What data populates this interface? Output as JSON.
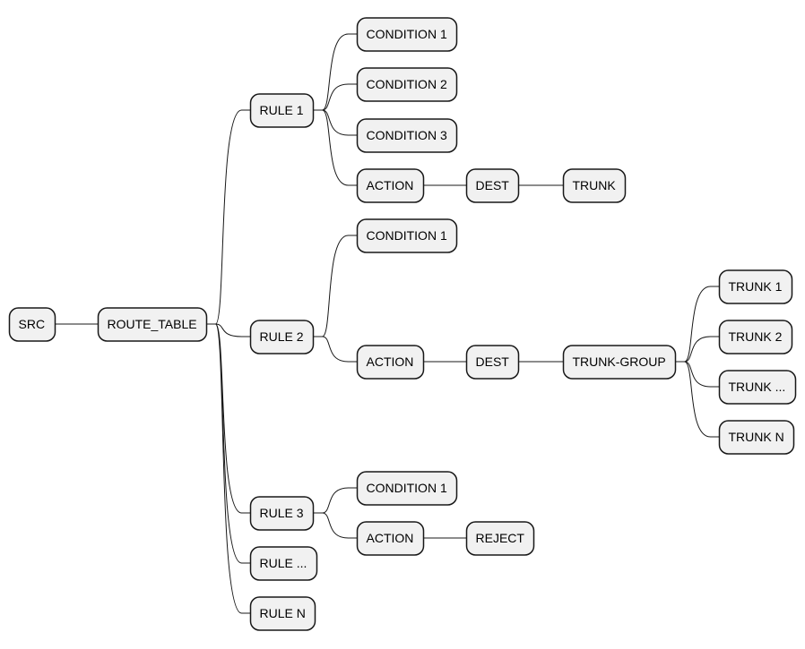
{
  "diagram": {
    "type": "mindmap",
    "root": {
      "id": "src",
      "label": "SRC",
      "children": [
        {
          "id": "route-table",
          "label": "ROUTE_TABLE",
          "children": [
            {
              "id": "rule-1",
              "label": "RULE 1",
              "children": [
                {
                  "id": "rule-1-condition-1",
                  "label": "CONDITION 1"
                },
                {
                  "id": "rule-1-condition-2",
                  "label": "CONDITION 2"
                },
                {
                  "id": "rule-1-condition-3",
                  "label": "CONDITION 3"
                },
                {
                  "id": "rule-1-action",
                  "label": "ACTION",
                  "children": [
                    {
                      "id": "rule-1-dest",
                      "label": "DEST",
                      "children": [
                        {
                          "id": "rule-1-trunk",
                          "label": "TRUNK"
                        }
                      ]
                    }
                  ]
                }
              ]
            },
            {
              "id": "rule-2",
              "label": "RULE 2",
              "children": [
                {
                  "id": "rule-2-condition-1",
                  "label": "CONDITION 1"
                },
                {
                  "id": "rule-2-action",
                  "label": "ACTION",
                  "children": [
                    {
                      "id": "rule-2-dest",
                      "label": "DEST",
                      "children": [
                        {
                          "id": "trunk-group",
                          "label": "TRUNK-GROUP",
                          "children": [
                            {
                              "id": "trunk-1",
                              "label": "TRUNK 1"
                            },
                            {
                              "id": "trunk-2",
                              "label": "TRUNK 2"
                            },
                            {
                              "id": "trunk-etc",
                              "label": "TRUNK ..."
                            },
                            {
                              "id": "trunk-n",
                              "label": "TRUNK N"
                            }
                          ]
                        }
                      ]
                    }
                  ]
                }
              ]
            },
            {
              "id": "rule-3",
              "label": "RULE 3",
              "children": [
                {
                  "id": "rule-3-condition-1",
                  "label": "CONDITION 1"
                },
                {
                  "id": "rule-3-action",
                  "label": "ACTION",
                  "children": [
                    {
                      "id": "rule-3-reject",
                      "label": "REJECT"
                    }
                  ]
                }
              ]
            },
            {
              "id": "rule-etc",
              "label": "RULE ..."
            },
            {
              "id": "rule-n",
              "label": "RULE N"
            }
          ]
        }
      ]
    }
  },
  "colors": {
    "node_fill": "#F1F1F1",
    "node_stroke": "#181818",
    "edge": "#181818",
    "text": "#000000",
    "background": "#FFFFFF"
  }
}
